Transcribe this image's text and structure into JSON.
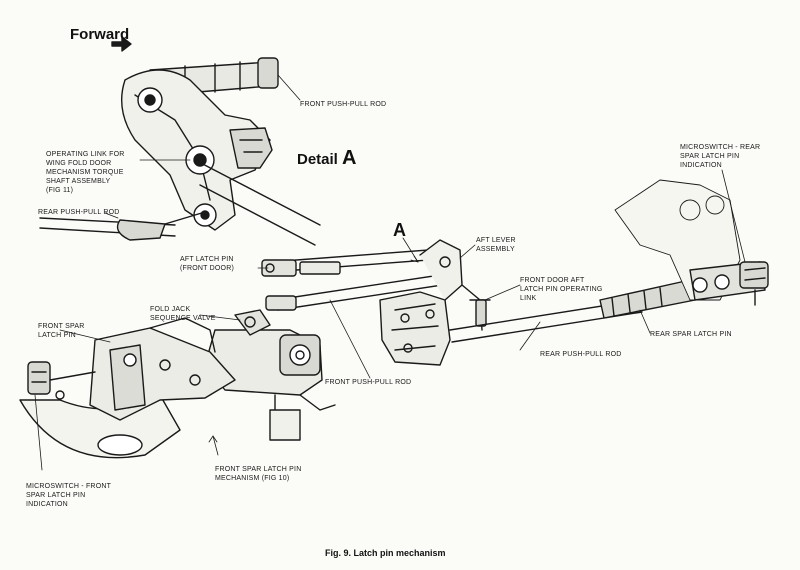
{
  "header": {
    "forward": "Forward"
  },
  "detail_a": {
    "detail_word": "Detail",
    "detail_letter": "A"
  },
  "callout_a": "A",
  "labels": {
    "front_push_pull_top": "FRONT PUSH-PULL ROD",
    "operating_link": "OPERATING LINK FOR\nWING FOLD DOOR\nMECHANISM TORQUE\nSHAFT ASSEMBLY\n(FIG 11)",
    "rear_push_pull_top": "REAR PUSH-PULL ROD",
    "microswitch_rear": "MICROSWITCH - REAR\nSPAR LATCH PIN\nINDICATION",
    "aft_lever": "AFT LEVER\nASSEMBLY",
    "aft_latch_pin": "AFT LATCH PIN\n(FRONT DOOR)",
    "front_door_aft": "FRONT DOOR AFT\nLATCH PIN OPERATING\nLINK",
    "fold_jack": "FOLD JACK\nSEQUENCE VALVE",
    "front_spar_latch": "FRONT SPAR\nLATCH PIN",
    "rear_spar_latch": "REAR SPAR LATCH PIN",
    "rear_push_pull_mid": "REAR PUSH-PULL ROD",
    "front_push_pull_mid": "FRONT PUSH-PULL ROD",
    "front_spar_mech": "FRONT SPAR LATCH PIN\nMECHANISM (FIG 10)",
    "microswitch_front": "MICROSWITCH - FRONT\nSPAR LATCH PIN\nINDICATION"
  },
  "caption": "Fig. 9.   Latch pin mechanism",
  "colors": {
    "ink": "#1a1a1a",
    "paper": "#fbfbf8"
  }
}
